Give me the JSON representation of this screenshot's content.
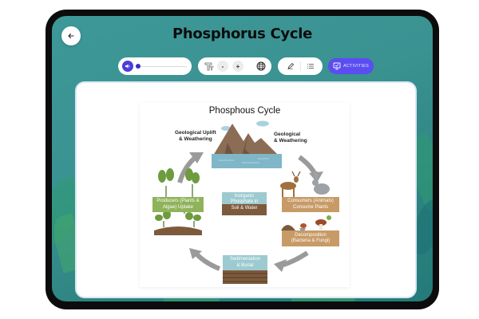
{
  "app": {
    "title": "Phosphorus Cycle",
    "back_button": {
      "icon": "arrow-left-icon"
    }
  },
  "toolbar": {
    "audio": {
      "icon": "speaker-icon",
      "progress_percent": 0
    },
    "font": {
      "icon": "text-size-icon",
      "decrease_label": "-",
      "increase_label": "+",
      "language_icon": "globe-icon"
    },
    "tools": {
      "pen_icon": "pen-icon",
      "list_icon": "list-icon"
    },
    "activities": {
      "label": "ACTIVITIES",
      "icon": "monitor-check-icon",
      "color": "#5b4df0"
    }
  },
  "diagram": {
    "title": "Phosphous Cycle",
    "labels": {
      "uplift": "Geological Uplift\n& Weathering",
      "weathering": "Geological\n& Weathering"
    },
    "stages": {
      "inorganic": "Inorganic\nPhosphate in\nSoil & Water",
      "producers": "Producers (Plants &\nAlgae) Uptake",
      "consumers": "Consumers (Animals)\nConsume Plants",
      "decomposition": "Decomposition\n(Bacteria & Fungi)",
      "sedimentation": "Sedimentation\n& Burial"
    },
    "colors": {
      "producers": "#8fb35a",
      "consumers": "#c79a66",
      "decomposition": "#c79a66",
      "sediment_top": "#9ccad0",
      "soil": "#7d5a3c",
      "arrow": "#9a9a9a",
      "mountain": "#8b6d55",
      "water": "#7fb6c8"
    }
  },
  "theme": {
    "background": "#3a9291",
    "device": "#0c0c0c",
    "panel_border": "#d9e6f3"
  }
}
